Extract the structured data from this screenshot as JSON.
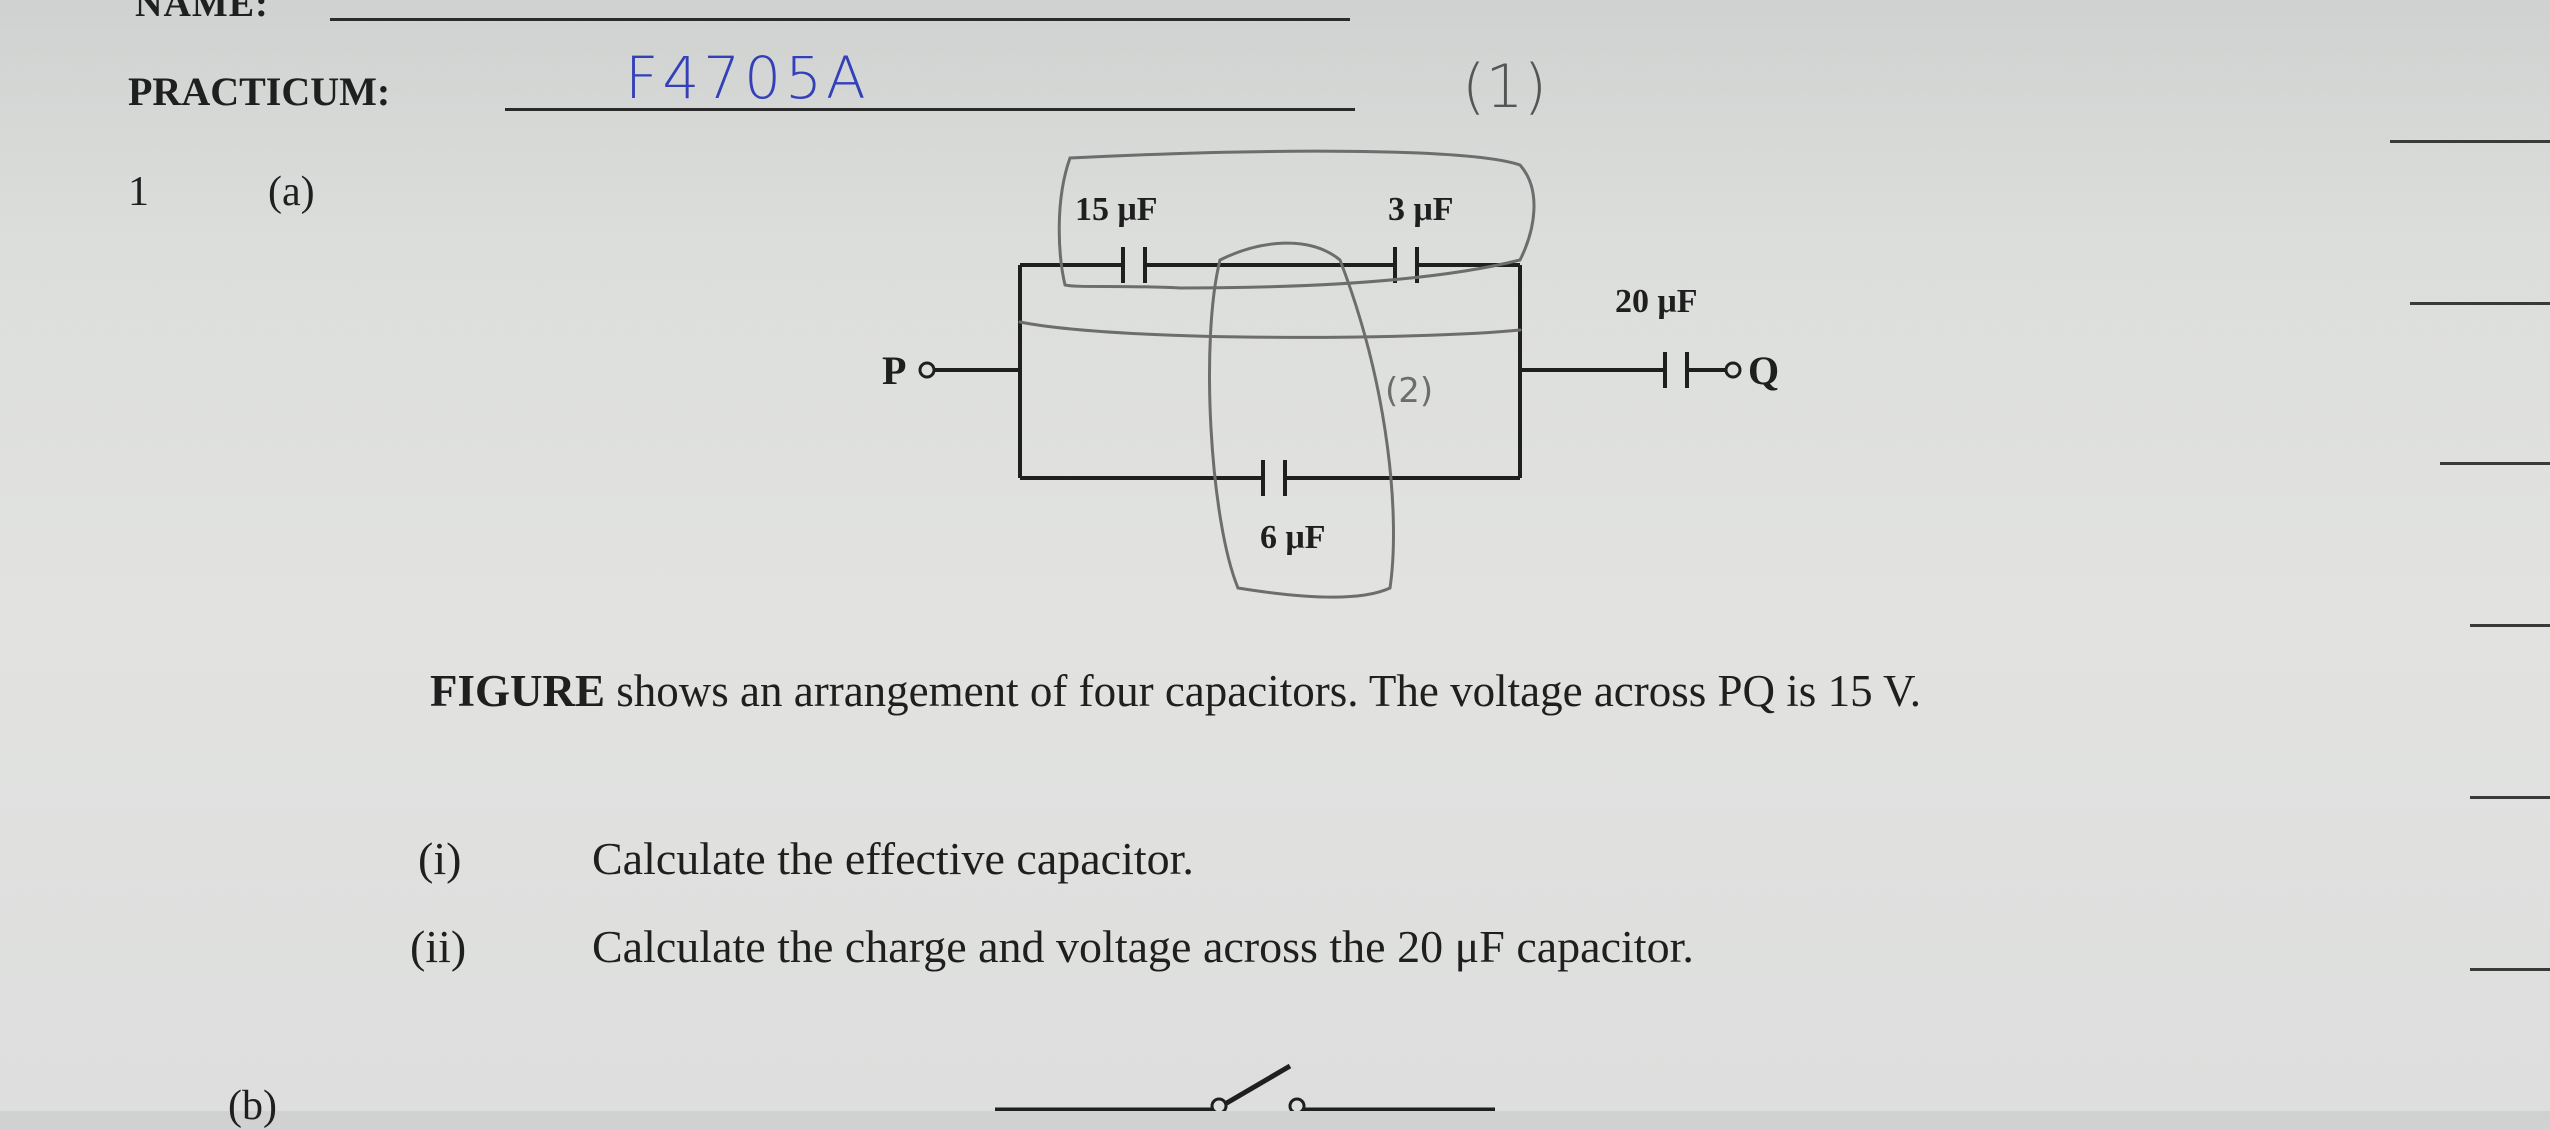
{
  "header": {
    "name_label": "NAME:",
    "practicum_label": "PRACTICUM:",
    "practicum_handwritten": "F4705A",
    "marks_handwritten": "(1)"
  },
  "question": {
    "number": "1",
    "part": "(a)",
    "next_part": "(b)",
    "statement_bold": "FIGURE",
    "statement_rest": " shows an arrangement of four capacitors. The voltage across PQ is 15 V.",
    "subparts": [
      {
        "num": "(i)",
        "text": "Calculate the effective capacitor."
      },
      {
        "num": "(ii)",
        "text": "Calculate the charge and voltage across the 20 μF capacitor."
      }
    ]
  },
  "circuit": {
    "c1": "15 μF",
    "c2": "3 μF",
    "c3": "6 μF",
    "c4": "20 μF",
    "terminal_p": "P",
    "terminal_q": "Q",
    "annotation": "(2)"
  },
  "colors": {
    "ink": "#1f1f1f",
    "pen_blue": "#3340b8",
    "pencil": "#6d6d6d"
  }
}
